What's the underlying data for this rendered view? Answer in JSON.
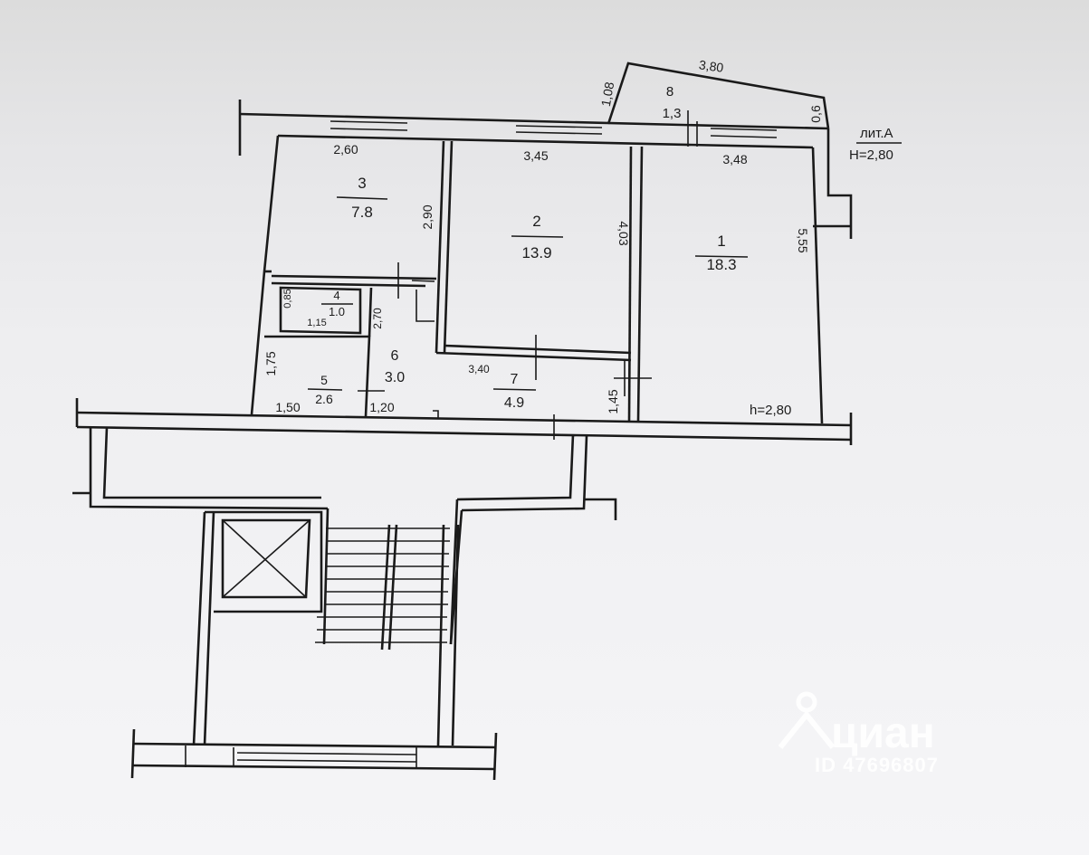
{
  "annotation": {
    "liter": "лит.А",
    "height_main": "H=2,80",
    "height_room": "h=2,80"
  },
  "rooms": [
    {
      "number": "1",
      "area": "18.3"
    },
    {
      "number": "2",
      "area": "13.9"
    },
    {
      "number": "3",
      "area": "7.8"
    },
    {
      "number": "4",
      "area": "1.0"
    },
    {
      "number": "5",
      "area": "2.6"
    },
    {
      "number": "6",
      "area": "3.0"
    },
    {
      "number": "7",
      "area": "4.9"
    },
    {
      "number": "8",
      "area": "1,3"
    }
  ],
  "dimensions": {
    "room3_width": "2,60",
    "room3_height": "2,90",
    "room2_width": "3,45",
    "room2_height": "4,03",
    "room1_width": "3,48",
    "room1_height": "5,55",
    "balcony_width": "3,80",
    "balcony_left": "1,08",
    "balcony_right": "0,6",
    "room4_height": "0,85",
    "room4_width": "1,15",
    "room6_height": "2,70",
    "room5_height": "1,75",
    "room5_width": "1,50",
    "room6_width": "1,20",
    "room7_width": "3,40",
    "room7_height": "1,45"
  },
  "watermark": {
    "brand": "циан",
    "listing_id": "ID 47696807"
  }
}
